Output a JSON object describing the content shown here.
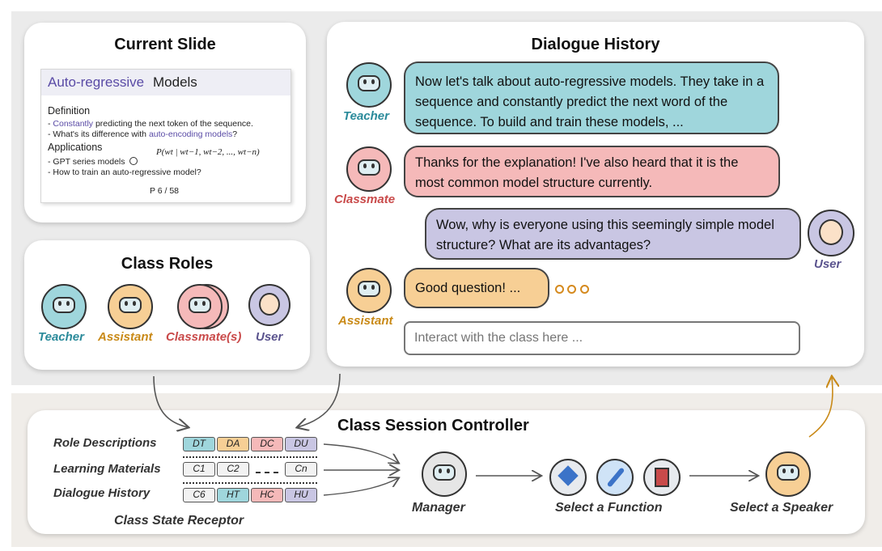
{
  "current_slide": {
    "title": "Current Slide",
    "slide_title_a": "Auto-regressive",
    "slide_title_b": "Models",
    "definition": "Definition",
    "line1_a": "- ",
    "line1_b": "Constantly",
    "line1_c": " predicting the next token of the sequence.",
    "line2_a": "- What's its difference with ",
    "line2_b": "auto-encoding models",
    "line2_c": "?",
    "applications": "Applications",
    "formula": "P(wt | wt−1, wt−2, ..., wt−n)",
    "line3": "- GPT series models",
    "line4": "- How to train an auto-regressive model?",
    "page": "P 6 / 58"
  },
  "class_roles": {
    "title": "Class Roles",
    "teacher": "Teacher",
    "assistant": "Assistant",
    "classmates": "Classmate(s)",
    "user": "User"
  },
  "dialogue": {
    "title": "Dialogue History",
    "teacher_label": "Teacher",
    "teacher_msg": "Now let's talk about auto-regressive models. They take in a sequence and constantly predict the next word of the sequence. To build and train these models, ...",
    "classmate_label": "Classmate",
    "classmate_msg": "Thanks for the explanation! I've also heard that it is the most common model structure currently.",
    "user_label": "User",
    "user_msg": "Wow, why is everyone using this seemingly simple model structure? What are its advantages?",
    "assistant_label": "Assistant",
    "assistant_msg": "Good question! ...",
    "input_placeholder": "Interact with the class here ..."
  },
  "controller": {
    "title": "Class Session Controller",
    "role_descriptions": "Role Descriptions",
    "learning_materials": "Learning Materials",
    "dialogue_history": "Dialogue History",
    "receptor": "Class State Receptor",
    "manager": "Manager",
    "select_function": "Select a Function",
    "select_speaker": "Select a Speaker",
    "d_t": "DT",
    "d_a": "DA",
    "d_c": "DC",
    "d_u": "DU",
    "c_1": "C1",
    "c_2": "C2",
    "c_n": "Cn",
    "c_6": "C6",
    "h_t": "HT",
    "h_c": "HC",
    "h_u": "HU"
  },
  "colors": {
    "teacher": "#9fd6dc",
    "assistant": "#f7cf95",
    "classmate": "#f5b9b9",
    "user": "#c9c6e3",
    "teacher_text": "#2a8a9a",
    "assistant_text": "#c98a18",
    "classmate_text": "#c94a4a",
    "user_text": "#5c558f"
  }
}
